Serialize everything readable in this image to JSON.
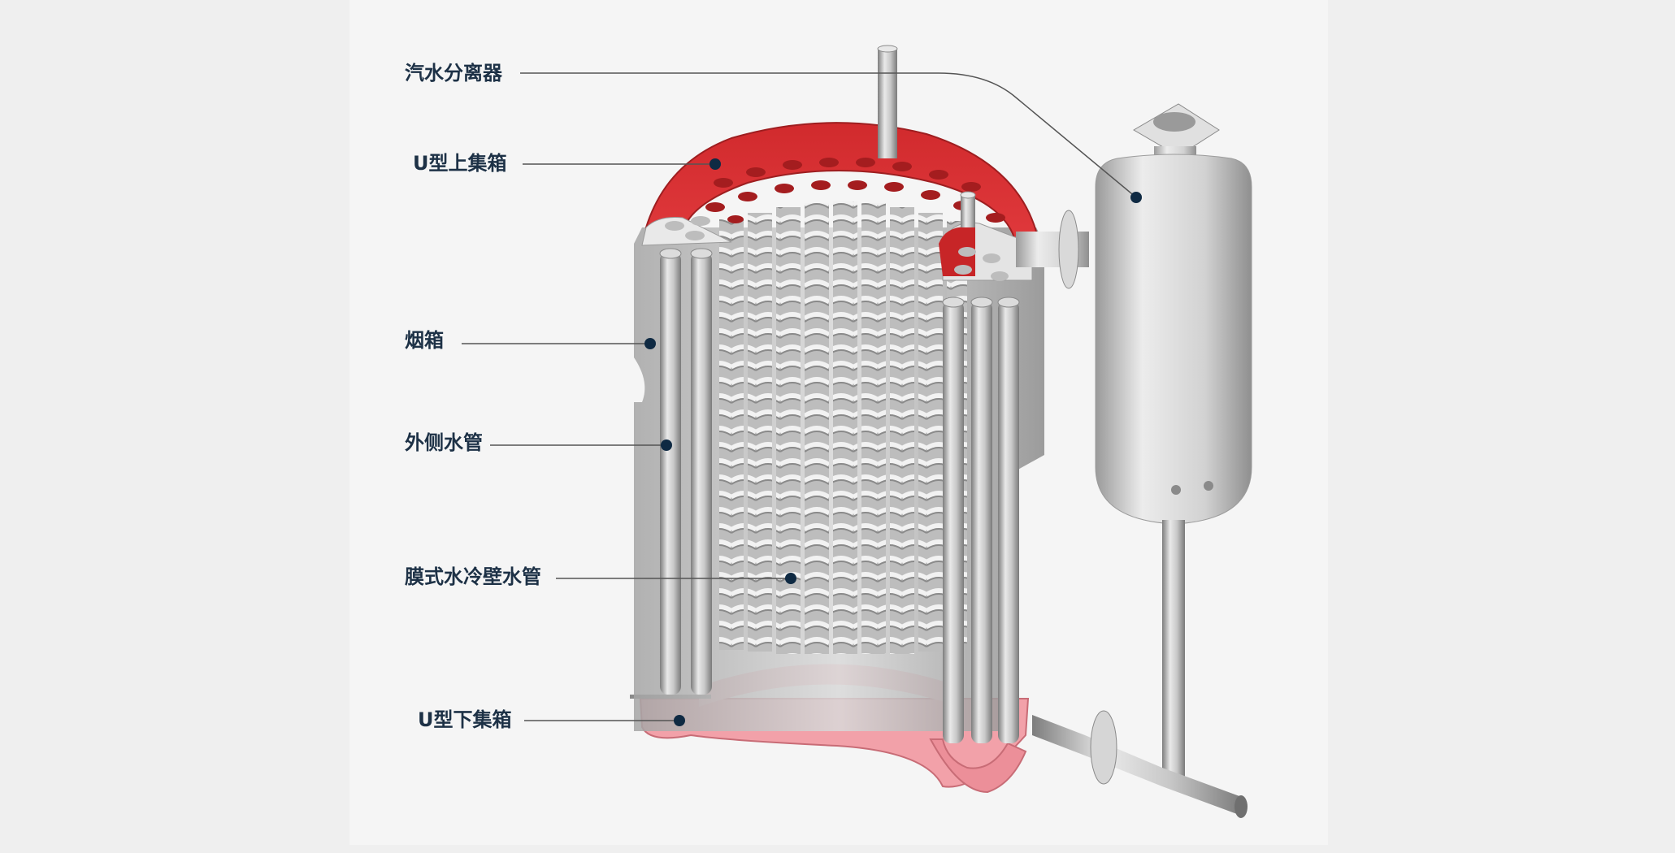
{
  "labels": {
    "separator": "汽水分离器",
    "upper_header": "U型上集箱",
    "smoke_box": "烟箱",
    "outer_tubes": "外侧水管",
    "membrane_wall": "膜式水冷壁水管",
    "lower_header": "U型下集箱"
  },
  "colors": {
    "label_text": "#1d3146",
    "marker": "#0f2a43",
    "leader_line": "#555555",
    "header_red": "#d42a2c",
    "lower_pink": "#f2a1a9",
    "steel": "#c3c3c3"
  }
}
